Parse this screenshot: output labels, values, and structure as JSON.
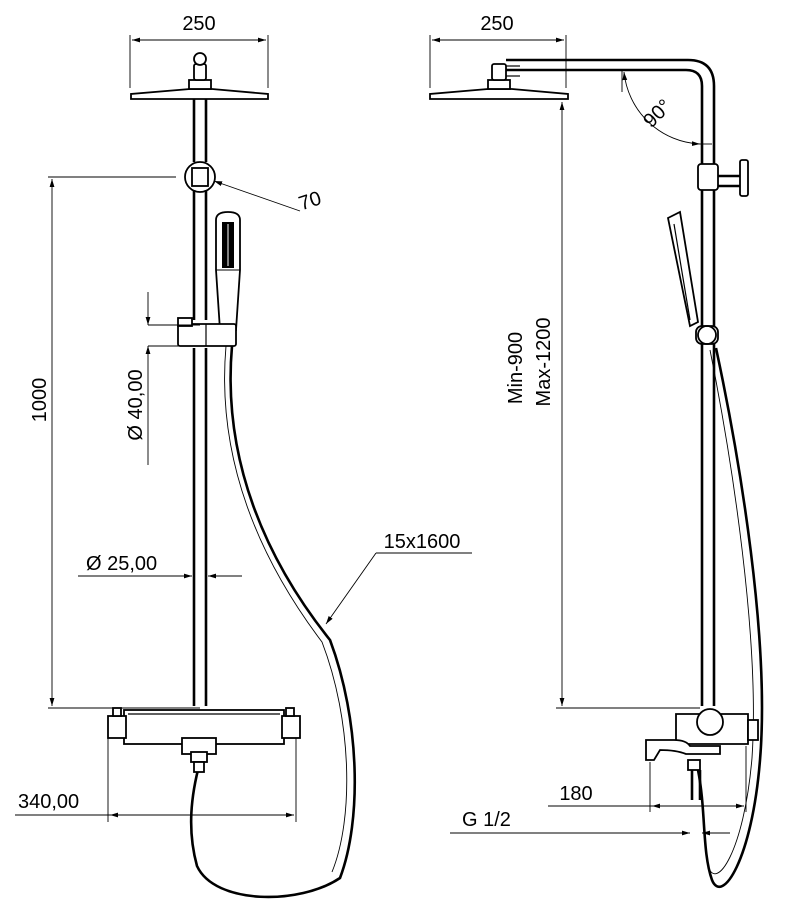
{
  "dimensions": {
    "front_head_width": "250",
    "swivel_diameter": "70",
    "total_height": "1000",
    "holder_diameter": "Ø 40,00",
    "rail_diameter": "Ø 25,00",
    "hose": "15x1600",
    "mixer_width": "340,00",
    "side_head_width": "250",
    "angle": "90°",
    "height_min": "Min-900",
    "height_max": "Max-1200",
    "spout_reach": "180",
    "thread": "G 1/2"
  },
  "colors": {
    "line": "#000000",
    "background": "#ffffff"
  }
}
